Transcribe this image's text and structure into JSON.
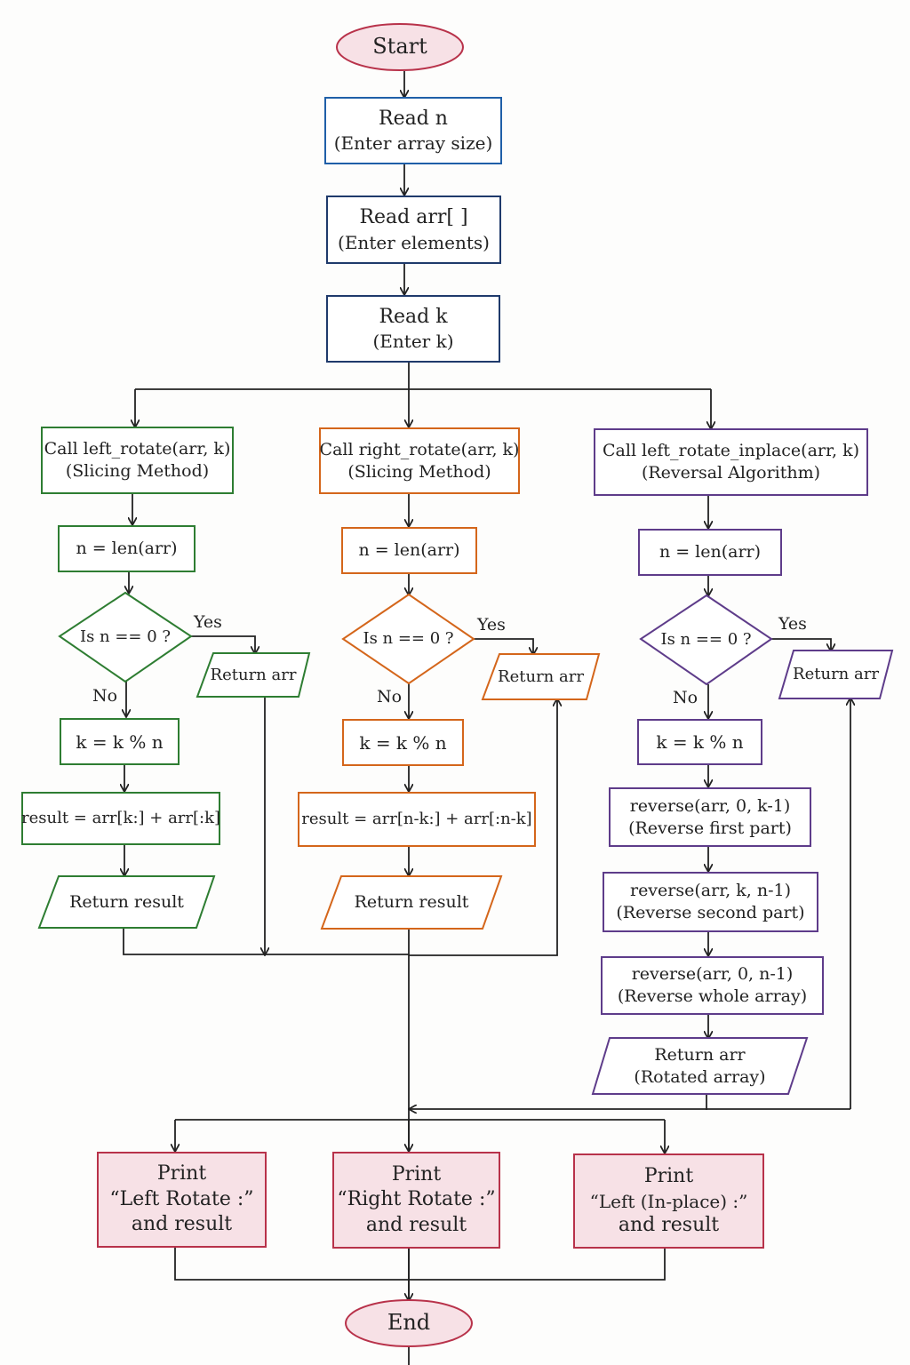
{
  "colors": {
    "red": "#b8324a",
    "blue": "#1f5fa8",
    "navy": "#1f3a6b",
    "green": "#2e7d32",
    "orange": "#d4661b",
    "purple": "#5e3c8a",
    "edge": "#222222",
    "pink_fill": "#f7e1e6"
  },
  "nodes": {
    "start": "Start",
    "read_n": {
      "line1": "Read  n",
      "line2": "(Enter array size)"
    },
    "read_arr": {
      "line1": "Read arr[ ]",
      "line2": "(Enter elements)"
    },
    "read_k": {
      "line1": "Read  k",
      "line2": "(Enter  k)"
    },
    "left": {
      "call": "Call  left_rotate(arr, k)",
      "method": "(Slicing  Method)",
      "len": "n = len(arr)",
      "cond": "Is  n == 0 ?",
      "yes": "Yes",
      "no": "No",
      "return_arr": "Return arr",
      "mod": "k = k % n",
      "result": "result = arr[k:] + arr[:k]",
      "return_result": "Return result"
    },
    "right": {
      "call": "Call  right_rotate(arr, k)",
      "method": "(Slicing  Method)",
      "len": "n = len(arr)",
      "cond": "Is  n == 0 ?",
      "yes": "Yes",
      "no": "No",
      "return_arr": "Return arr",
      "mod": "k = k % n",
      "result": "result = arr[n-k:] + arr[:n-k]",
      "return_result": "Return result"
    },
    "inplace": {
      "call": "Call  left_rotate_inplace(arr, k)",
      "method": "(Reversal  Algorithm)",
      "len": "n = len(arr)",
      "cond": "Is  n == 0 ?",
      "yes": "Yes",
      "no": "No",
      "return_arr": "Return arr",
      "mod": "k = k % n",
      "rev1": "reverse(arr, 0, k-1)",
      "rev1_note": "(Reverse  first  part)",
      "rev2": "reverse(arr, k, n-1)",
      "rev2_note": "(Reverse  second  part)",
      "rev3": "reverse(arr, 0, n-1)",
      "rev3_note": "(Reverse  whole  array)",
      "return_line1": "Return arr",
      "return_line2": "(Rotated  array)"
    },
    "print_left": {
      "line1": "Print",
      "line2": "“Left  Rotate :”",
      "line3": "and  result"
    },
    "print_right": {
      "line1": "Print",
      "line2": "“Right  Rotate :”",
      "line3": "and  result"
    },
    "print_inplace": {
      "line1": "Print",
      "line2": "“Left  (In-place) :”",
      "line3": "and  result"
    },
    "end": "End"
  }
}
